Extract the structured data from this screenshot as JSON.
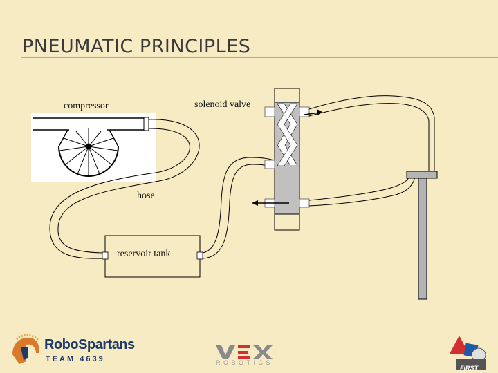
{
  "slide": {
    "title": "PNEUMATIC PRINCIPLES"
  },
  "labels": {
    "compressor": "compressor",
    "solenoid_valve": "solenoid valve",
    "hose": "hose",
    "reservoir_tank": "reservoir tank"
  },
  "logos": {
    "robospartans_name": "RoboSpartans",
    "robospartans_team": "TEAM 4639",
    "vex_subtitle": "ROBOTICS",
    "first_name": "FIRST"
  },
  "colors": {
    "background": "#f7ebc4",
    "title_rule": "#c9a860",
    "valve_body": "#c0c0c0",
    "cylinder": "#b4b4b4"
  }
}
